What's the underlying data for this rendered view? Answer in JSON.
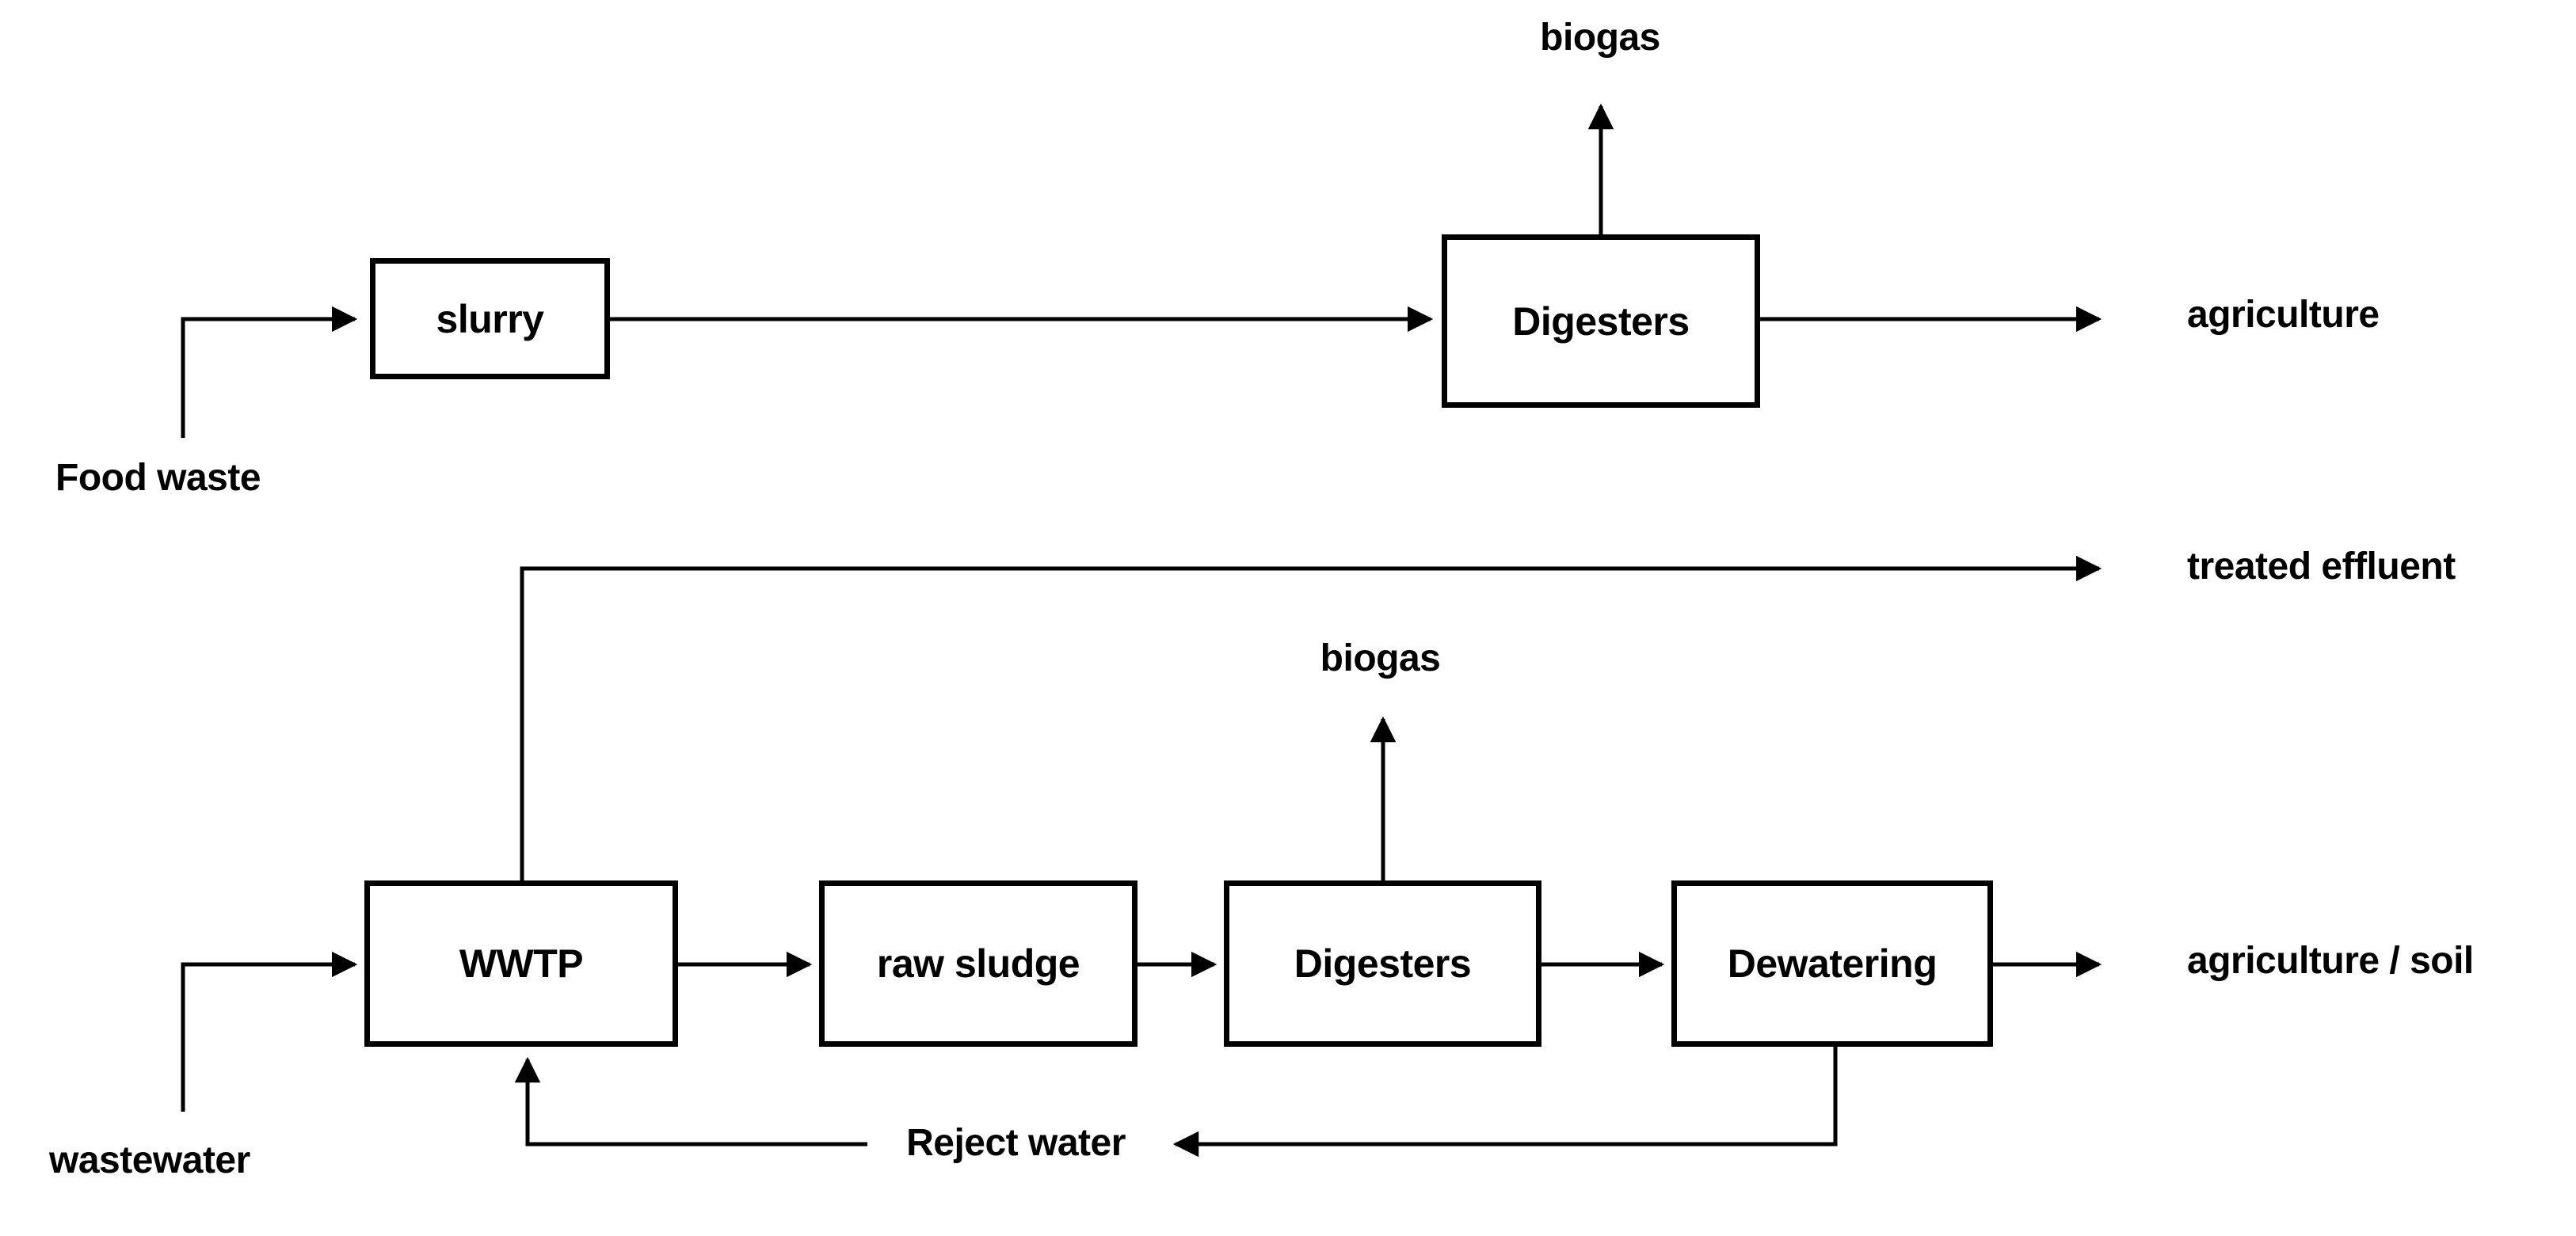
{
  "diagram": {
    "background_color": "#ffffff",
    "line_color": "#000000",
    "text_color": "#000000",
    "nodes": {
      "slurry": {
        "label": "slurry"
      },
      "digesters_top": {
        "label": "Digesters"
      },
      "wwtp": {
        "label": "WWTP"
      },
      "raw_sludge": {
        "label": "raw sludge"
      },
      "digesters_bottom": {
        "label": "Digesters"
      },
      "dewatering": {
        "label": "Dewatering"
      }
    },
    "labels": {
      "biogas_top": "biogas",
      "agriculture": "agriculture",
      "food_waste": "Food waste",
      "treated_effluent": "treated effluent",
      "biogas_bottom": "biogas",
      "agriculture_soil": "agriculture / soil",
      "wastewater": "wastewater",
      "reject_water": "Reject water"
    },
    "edges": [
      {
        "from": "Food waste",
        "to": "slurry"
      },
      {
        "from": "slurry",
        "to": "Digesters (top)"
      },
      {
        "from": "Digesters (top)",
        "to": "biogas"
      },
      {
        "from": "Digesters (top)",
        "to": "agriculture"
      },
      {
        "from": "wastewater",
        "to": "WWTP"
      },
      {
        "from": "WWTP",
        "to": "treated effluent"
      },
      {
        "from": "WWTP",
        "to": "raw sludge"
      },
      {
        "from": "raw sludge",
        "to": "Digesters (bottom)"
      },
      {
        "from": "Digesters (bottom)",
        "to": "biogas"
      },
      {
        "from": "Digesters (bottom)",
        "to": "Dewatering"
      },
      {
        "from": "Dewatering",
        "to": "agriculture / soil"
      },
      {
        "from": "Dewatering",
        "to": "WWTP",
        "via": "Reject water"
      }
    ]
  }
}
